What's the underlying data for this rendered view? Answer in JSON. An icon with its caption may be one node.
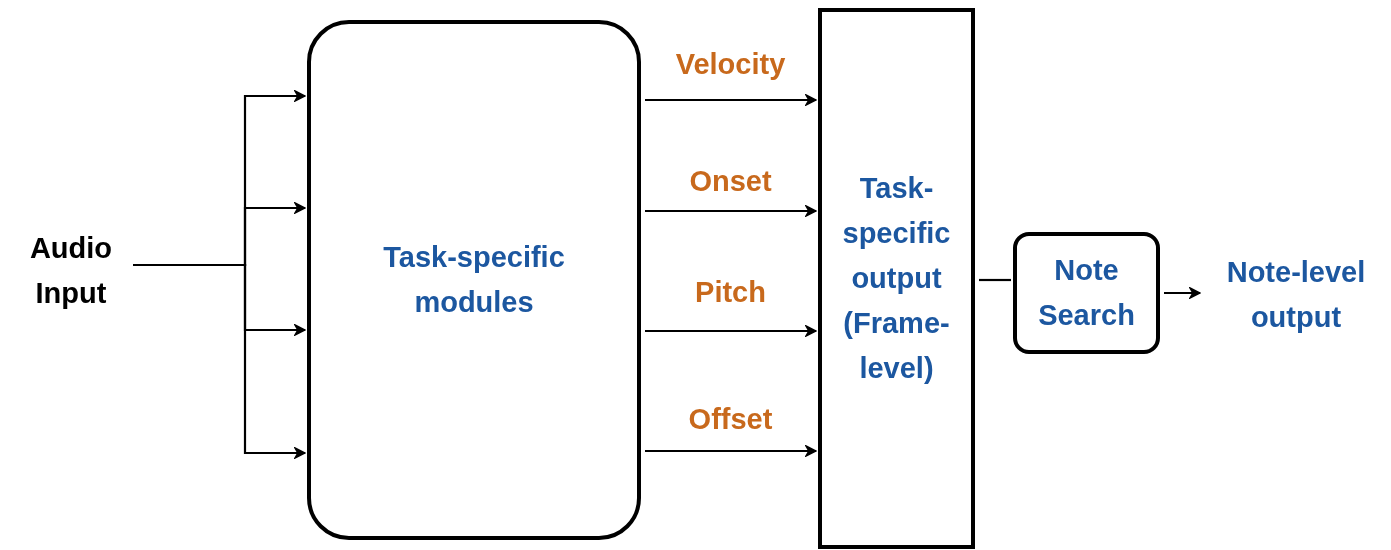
{
  "diagram": {
    "nodes": [
      {
        "text": [
          "Audio Input"
        ]
      },
      {
        "text": [
          "Task-specific modules"
        ]
      },
      {
        "text": [
          "Task-specific output (Frame-level)"
        ]
      },
      {
        "text": [
          "Note Search"
        ]
      },
      {
        "text": [
          "Note-level output"
        ]
      }
    ],
    "edges": [
      {
        "from": 0,
        "to": 1,
        "arrow": "to"
      },
      {
        "from": 0,
        "to": 1,
        "arrow": "to"
      },
      {
        "from": 0,
        "to": 1,
        "arrow": "to"
      },
      {
        "from": 0,
        "to": 1,
        "arrow": "to"
      },
      {
        "from": 1,
        "to": 2,
        "arrow": "to",
        "label": "Velocity"
      },
      {
        "from": 1,
        "to": 2,
        "arrow": "to",
        "label": "Onset"
      },
      {
        "from": 1,
        "to": 2,
        "arrow": "to",
        "label": "Pitch"
      },
      {
        "from": 1,
        "to": 2,
        "arrow": "to",
        "label": "Offset"
      },
      {
        "from": 2,
        "to": 3,
        "arrow": "none"
      },
      {
        "from": 3,
        "to": 4,
        "arrow": "to"
      }
    ]
  }
}
